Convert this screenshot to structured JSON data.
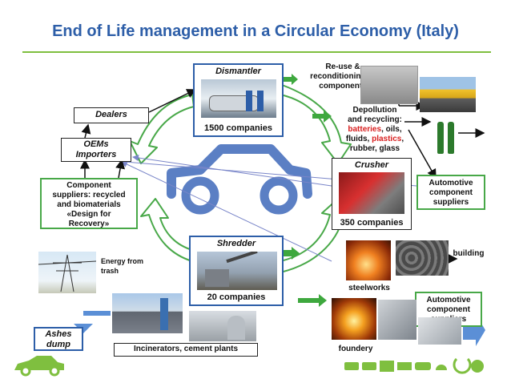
{
  "title": "End of Life management in a Circular Economy (Italy)",
  "nodes": {
    "dismantler": {
      "title": "Dismantler",
      "count": "1500 companies"
    },
    "crusher": {
      "title": "Crusher",
      "count": "350 companies"
    },
    "shredder": {
      "title": "Shredder",
      "count": "20 companies"
    },
    "dealers": "Dealers",
    "oems": {
      "line1": "OEMs",
      "line2": "Importers"
    },
    "component_suppliers": {
      "line1": "Component",
      "line2": "suppliers: recycled",
      "line3": "and biomaterials",
      "line4": "«Design for",
      "line5": "Recovery»"
    },
    "automotive_suppliers_1": {
      "line1": "Automotive",
      "line2": "component",
      "line3": "suppliers"
    },
    "automotive_suppliers_2": {
      "line1": "Automotive",
      "line2": "component",
      "line3": "suppliers"
    },
    "ashes_dump": {
      "line1": "Ashes",
      "line2": "dump"
    },
    "incinerators": "Incinerators, cement plants"
  },
  "labels": {
    "reuse": {
      "line1": "Re-use &",
      "line2": "reconditioning of",
      "line3": "components"
    },
    "depollution": {
      "line1": "Depollution",
      "line2": "and recycling:",
      "batteries": "batteries",
      "oils": ", oils,",
      "fluids": "fluids, ",
      "plastics": "plastics",
      "comma": ",",
      "line4": "rubber, glass"
    },
    "energy": {
      "line1": "Energy from",
      "line2": "trash"
    },
    "steelworks": "steelworks",
    "building": "building",
    "foundery": "foundery"
  },
  "colors": {
    "title": "#2d5ea8",
    "accent_green": "#7fbf3f",
    "car": "#5b7fc4",
    "cycle_arrow": "#48a848",
    "highlight": "#d81e1e"
  }
}
